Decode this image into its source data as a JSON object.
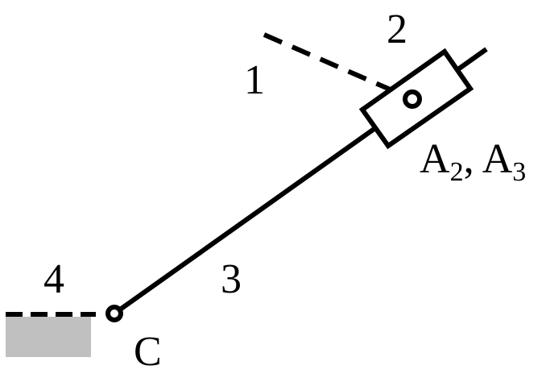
{
  "labels": {
    "link_1": "1",
    "link_2": "2",
    "link_3": "3",
    "link_4": "4",
    "joint_c": "C",
    "joint_a_letter_1": "A",
    "joint_a_sub_1": "2",
    "joint_a_sep": ", ",
    "joint_a_letter_2": "A",
    "joint_a_sub_2": "3"
  },
  "colors": {
    "line": "#000000",
    "ground_fill": "#c0c0c0",
    "background": "#ffffff"
  }
}
